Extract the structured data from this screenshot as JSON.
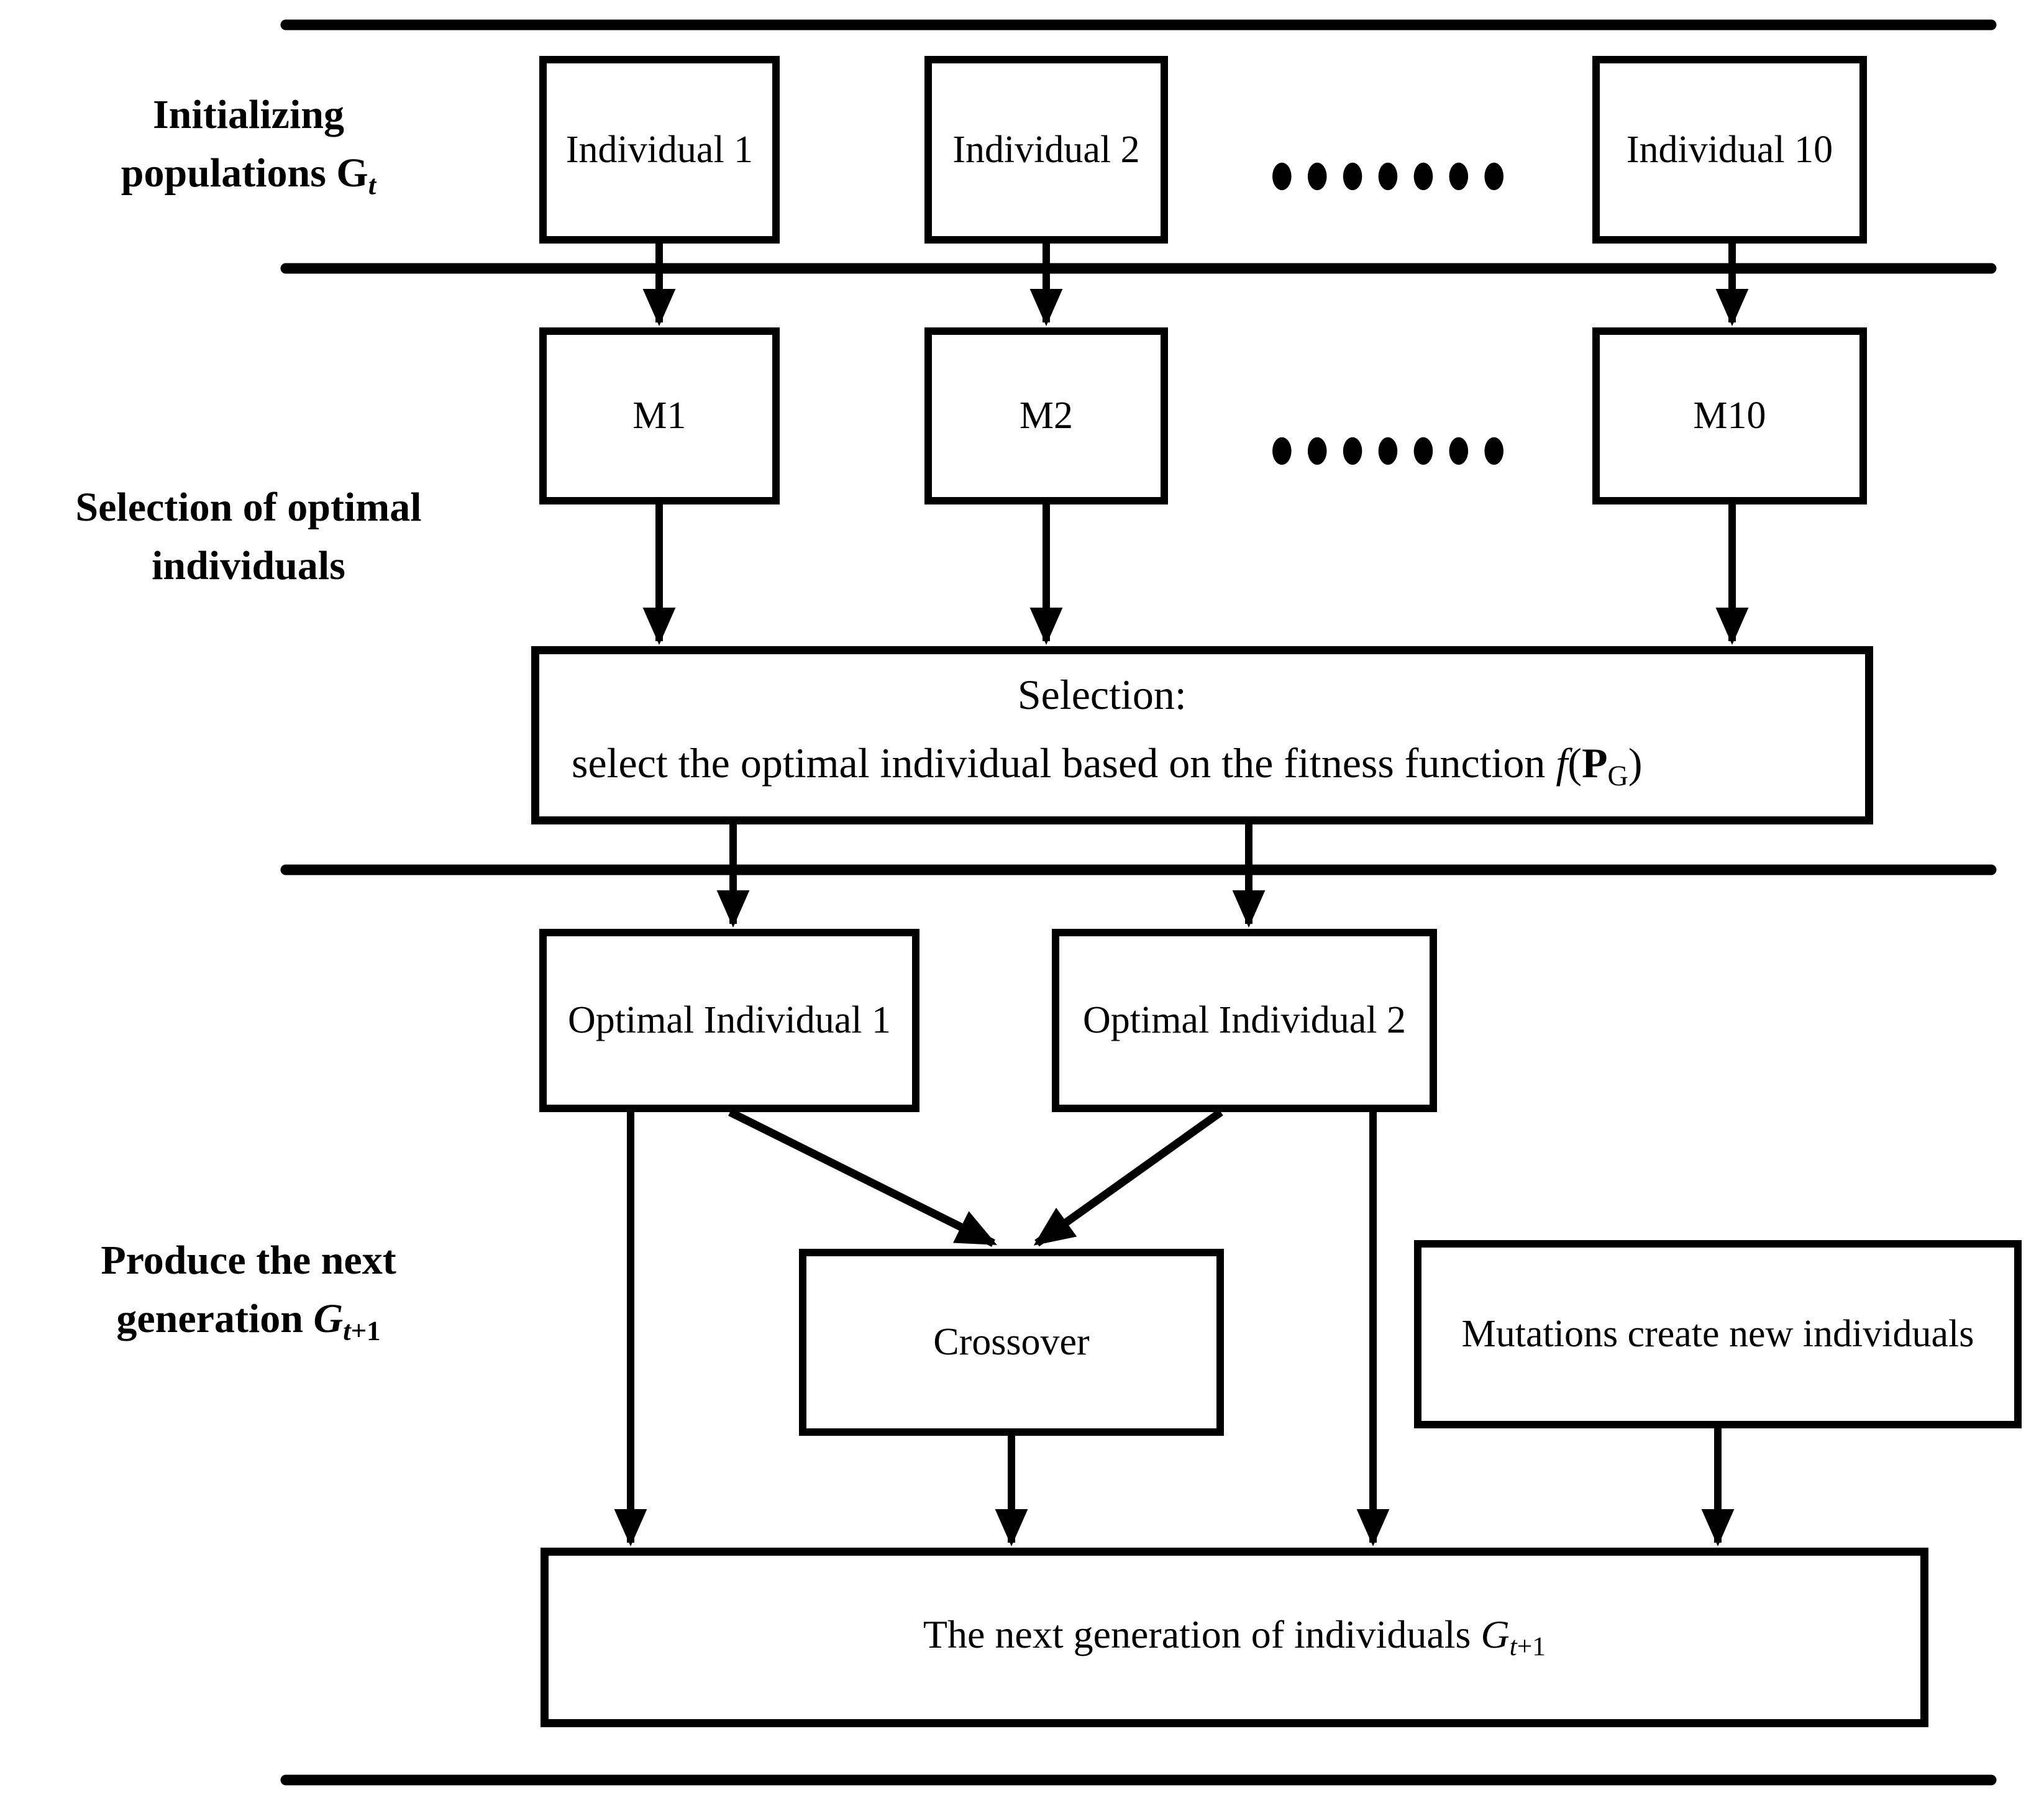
{
  "page": {
    "background": "#ffffff",
    "ink": "#000000"
  },
  "labels": {
    "initializing": {
      "line1": "Initializing",
      "line2_text": "populations ",
      "line2_symbol": "G",
      "line2_subscript": "t"
    },
    "selection": {
      "line1": "Selection of optimal",
      "line2": "individuals"
    },
    "produce": {
      "line1": "Produce the next",
      "line2_text": "generation ",
      "line2_symbol": "G",
      "line2_subscript_t": "t",
      "line2_subscript_rest": "+1"
    }
  },
  "generation_row": {
    "individual1": "Individual 1",
    "individual2": "Individual 2",
    "ellipsis": "●●●●●●●",
    "individual10": "Individual 10"
  },
  "model_row": {
    "m1": "M1",
    "m2": "M2",
    "ellipsis": "●●●●●●●",
    "m10": "M10"
  },
  "selection_box": {
    "line1": "Selection:",
    "line2_text": "select the optimal individual based on the fitness function ",
    "line2_f": "f",
    "line2_open_paren": "(",
    "line2_P": "P",
    "line2_P_subscript": "G",
    "line2_close_paren": ")"
  },
  "optimal_row": {
    "optimal1": "Optimal Individual 1",
    "optimal2": "Optimal Individual 2"
  },
  "produce_row": {
    "crossover": "Crossover",
    "mutations": "Mutations create new individuals"
  },
  "final_box": {
    "text": "The next generation of individuals ",
    "symbol": "G",
    "subscript_t": "t",
    "subscript_rest": "+1"
  }
}
